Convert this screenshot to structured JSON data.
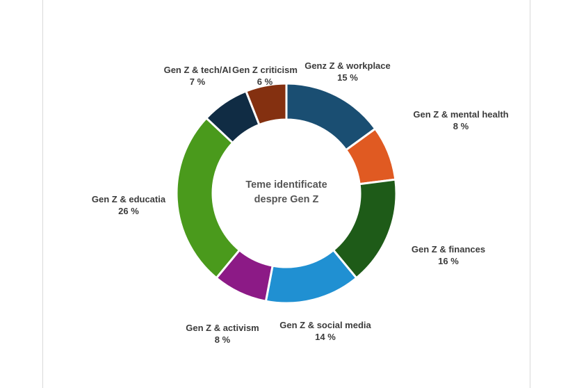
{
  "chart_data": {
    "type": "pie",
    "title": "Teme identificate despre Gen Z",
    "title_lines": [
      "Teme identificate",
      "despre Gen Z"
    ],
    "slices": [
      {
        "label": "Genz Z & workplace",
        "value": 15,
        "value_label": "15 %",
        "color": "#1a4e72"
      },
      {
        "label": "Gen Z & mental health",
        "value": 8,
        "value_label": "8 %",
        "color": "#e05a22"
      },
      {
        "label": "Gen Z & finances",
        "value": 16,
        "value_label": "16 %",
        "color": "#1e5b18"
      },
      {
        "label": "Gen Z & social media",
        "value": 14,
        "value_label": "14 %",
        "color": "#2090d2"
      },
      {
        "label": "Gen Z & activism",
        "value": 8,
        "value_label": "8 %",
        "color": "#8c1a86"
      },
      {
        "label": "Gen Z & educatia",
        "value": 26,
        "value_label": "26 %",
        "color": "#4a9a1c"
      },
      {
        "label": "Gen Z & tech/AI",
        "value": 7,
        "value_label": "7 %",
        "color": "#102c44"
      },
      {
        "label": "Gen Z criticism",
        "value": 6,
        "value_label": "6 %",
        "color": "#843010"
      }
    ],
    "legend": "none",
    "style": "doughnut"
  }
}
